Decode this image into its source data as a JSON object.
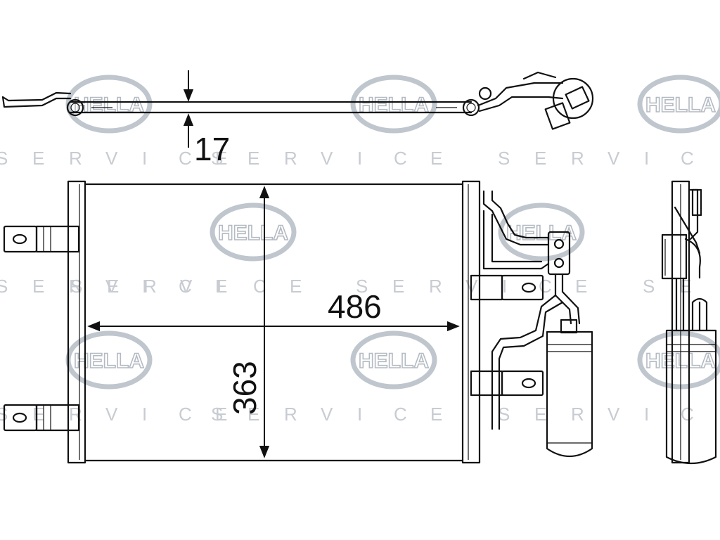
{
  "watermark": {
    "brand": "HELLA",
    "word": "SERVICE",
    "letters": [
      "S",
      "E",
      "R",
      "V",
      "I",
      "C",
      "E"
    ]
  },
  "dimensions": {
    "depth": "17",
    "width": "486",
    "height": "363"
  },
  "colors": {
    "line": "#111111",
    "watermark": "#c8ccd2",
    "background": "#ffffff"
  }
}
